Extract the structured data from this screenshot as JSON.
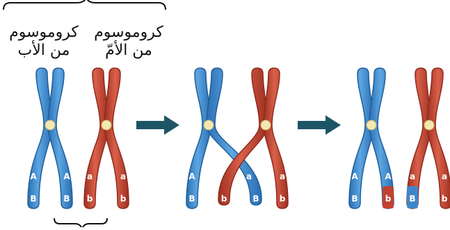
{
  "labels": {
    "father_line1": "كروموسوم",
    "father_line2": "من الأب",
    "mother_line1": "كروموسوم",
    "mother_line2": "من الأمّ"
  },
  "alleles": {
    "father_upper": "A",
    "father_lower": "B",
    "mother_upper": "a",
    "mother_lower": "b"
  },
  "colors": {
    "father": "#3f86c9",
    "father_dark": "#1f5f99",
    "mother": "#c2412f",
    "mother_dark": "#8f2a1d",
    "centromere": "#f4e7b0",
    "arrow": "#1d5566"
  }
}
